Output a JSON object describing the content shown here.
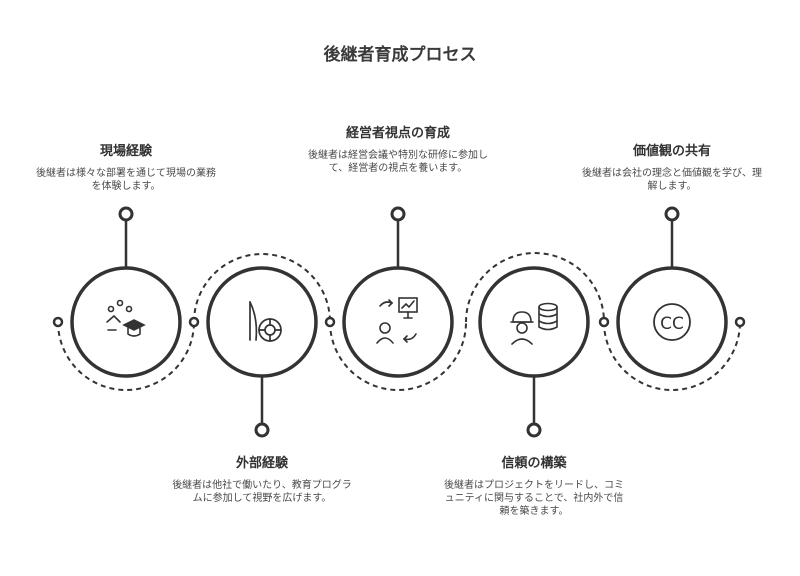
{
  "title": "後継者育成プロセス",
  "steps": [
    {
      "title": "現場経験",
      "desc": "後継者は様々な部署を通じて現場の業務を体験します。",
      "icon": "skills-growth-icon"
    },
    {
      "title": "外部経験",
      "desc": "後継者は他社で働いたり、教育プログラムに参加して視野を広げます。",
      "icon": "external-knowledge-icon"
    },
    {
      "title": "経営者視点の育成",
      "desc": "後継者は経営会議や特別な研修に参加して、経営者の視点を養います。",
      "icon": "presentation-exchange-icon"
    },
    {
      "title": "信頼の構築",
      "desc": "後継者はプロジェクトをリードし、コミュニティに関与することで、社内外で信頼を築きます。",
      "icon": "worker-database-icon"
    },
    {
      "title": "価値観の共有",
      "desc": "後継者は会社の理念と価値観を学び、理解します。",
      "icon": "cc-icon"
    }
  ],
  "colors": {
    "stroke": "#333333",
    "text": "#2b2b2b"
  }
}
